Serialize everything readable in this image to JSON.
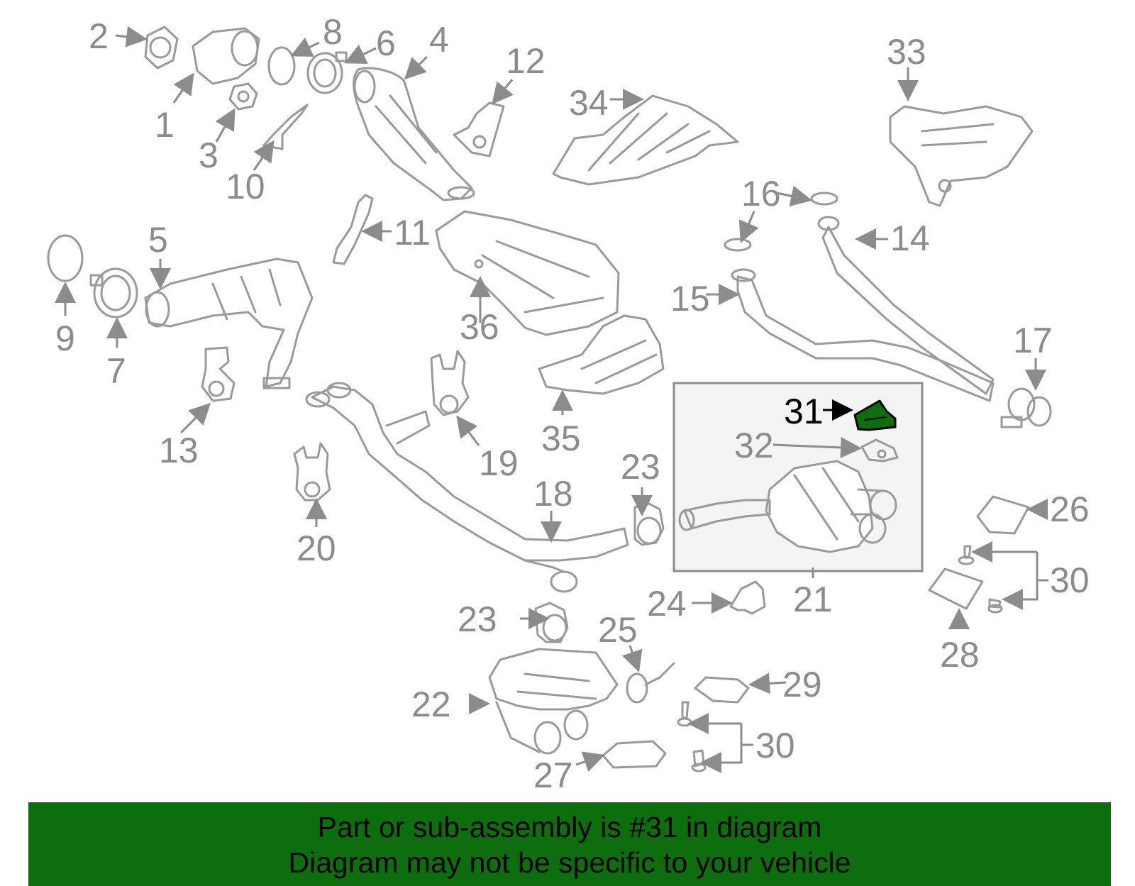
{
  "callouts": {
    "c1": "1",
    "c2": "2",
    "c3": "3",
    "c4": "4",
    "c5": "5",
    "c6": "6",
    "c7": "7",
    "c8": "8",
    "c9": "9",
    "c10": "10",
    "c11": "11",
    "c12": "12",
    "c13": "13",
    "c14": "14",
    "c15": "15",
    "c16": "16",
    "c17": "17",
    "c18": "18",
    "c19": "19",
    "c20": "20",
    "c21": "21",
    "c22": "22",
    "c23a": "23",
    "c23b": "23",
    "c24": "24",
    "c25": "25",
    "c26": "26",
    "c27": "27",
    "c28": "28",
    "c29": "29",
    "c30a": "30",
    "c30b": "30",
    "c31": "31",
    "c32": "32",
    "c33": "33",
    "c34": "34",
    "c35": "35",
    "c36": "36"
  },
  "highlight": {
    "part_number": "31",
    "color": "#0c6e0c"
  },
  "banner": {
    "line1": "Part or sub-assembly is #31 in diagram",
    "line2": "Diagram may not be specific to your vehicle",
    "background": "#0c6e0c"
  }
}
